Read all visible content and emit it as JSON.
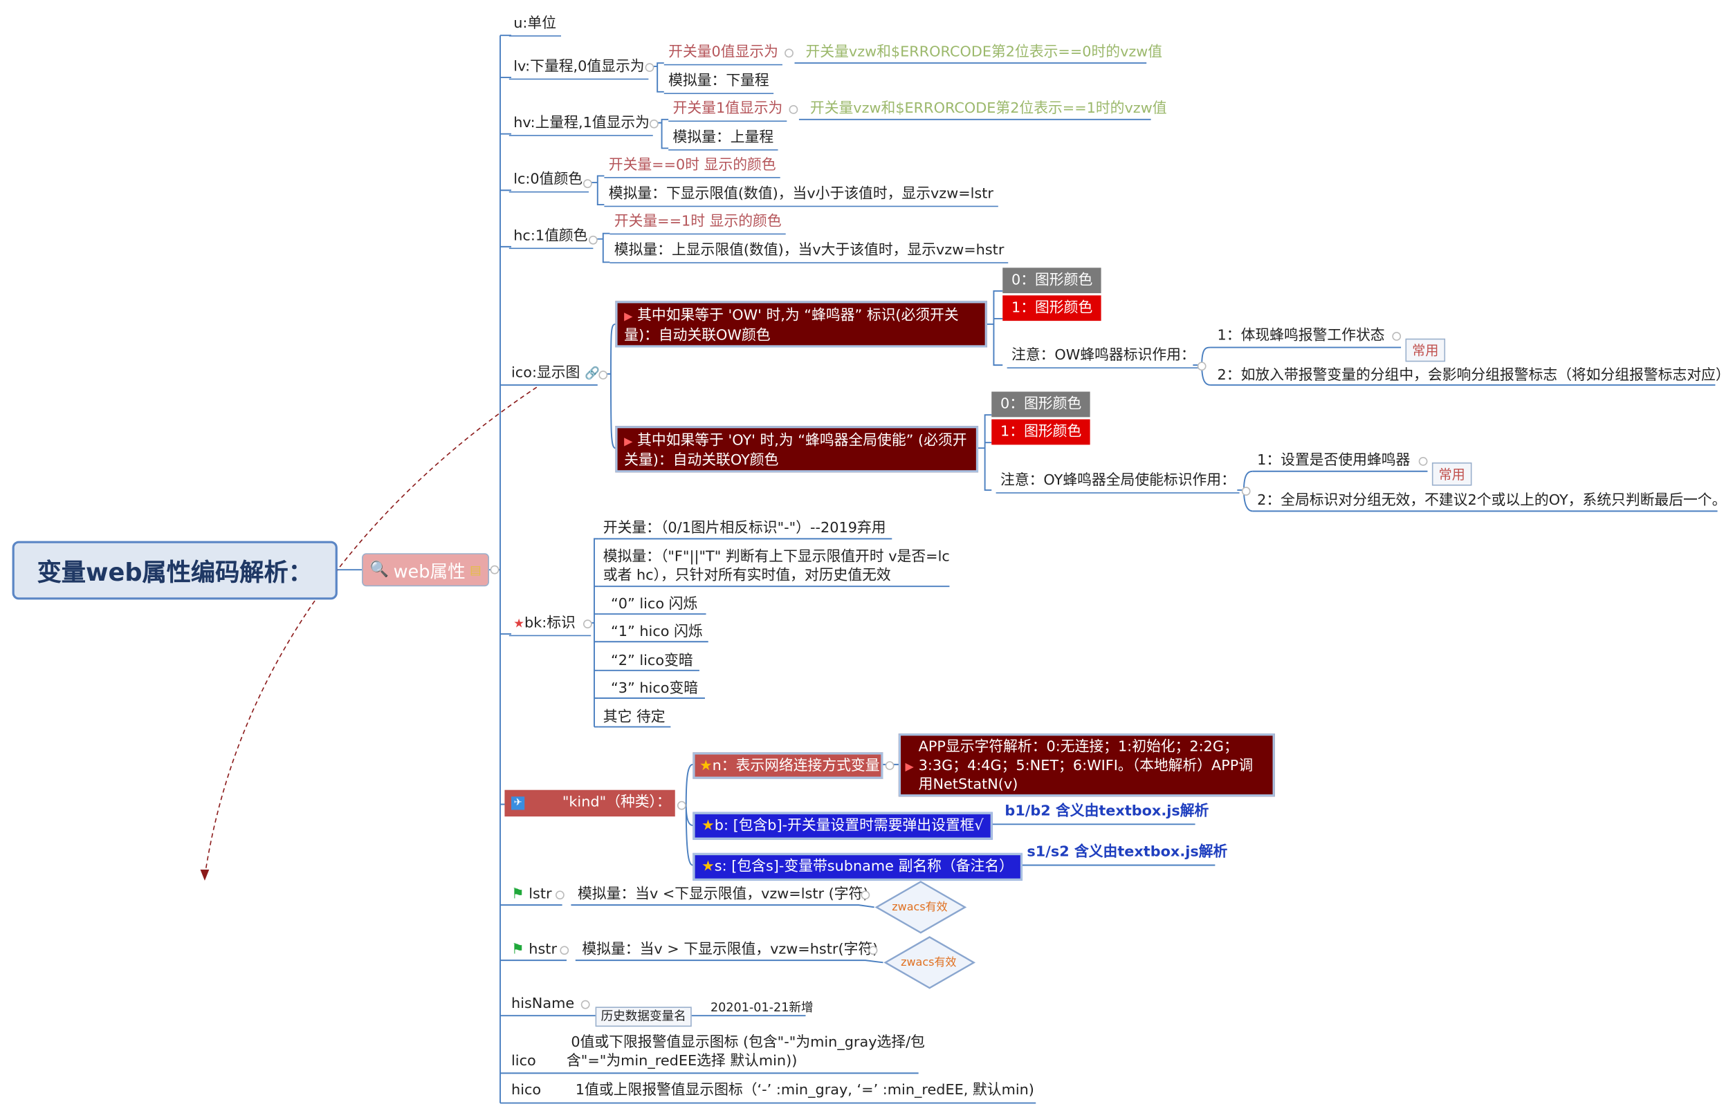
{
  "root": {
    "title": "变量web属性编码解析："
  },
  "hub": {
    "label": "web属性"
  },
  "u": {
    "label": "u:单位"
  },
  "lv": {
    "label": "lv:下量程,0值显示为",
    "switch_label": "开关量0值显示为",
    "switch_note": "开关量vzw和$ERRORCODE第2位表示==0时的vzw值",
    "analog_label": "模拟量：下量程"
  },
  "hv": {
    "label": "hv:上量程,1值显示为",
    "switch_label": "开关量1值显示为",
    "switch_note": "开关量vzw和$ERRORCODE第2位表示==1时的vzw值",
    "analog_label": "模拟量：上量程"
  },
  "lc": {
    "label": "lc:0值颜色",
    "switch_label": "开关量==0时 显示的颜色",
    "analog_label": "模拟量：下显示限值(数值)，当v小于该值时，显示vzw=lstr"
  },
  "hc": {
    "label": "hc:1值颜色",
    "switch_label": "开关量==1时 显示的颜色",
    "analog_label": "模拟量：上显示限值(数值)，当v大于该值时，显示vzw=hstr"
  },
  "ico": {
    "label": "ico:显示图",
    "ow": {
      "text": "其中如果等于 'OW' 时,为 “蜂鸣器” 标识(必须开关量)：自动关联OW颜色",
      "c0": "0：图形颜色",
      "c1": "1：图形颜色",
      "note": "注意：OW蜂鸣器标识作用：",
      "n1": "1：体现蜂鸣报警工作状态",
      "n1_tag": "常用",
      "n2": "2：如放入带报警变量的分组中，会影响分组报警标志（将如分组报警标志对应）"
    },
    "oy": {
      "text": "其中如果等于 'OY' 时,为 “蜂鸣器全局使能” (必须开关量)：自动关联OY颜色",
      "c0": "0：图形颜色",
      "c1": "1：图形颜色",
      "note": "注意：OY蜂鸣器全局使能标识作用：",
      "n1": "1：设置是否使用蜂鸣器",
      "n1_tag": "常用",
      "n2": "2：全局标识对分组无效，不建议2个或以上的OY，系统只判断最后一个。"
    }
  },
  "bk": {
    "label": "bk:标识",
    "items": [
      "开关量：（0/1图片相反标识\"-\"）--2019弃用",
      "模拟量：（\"F\"||\"T\" 判断有上下显示限值开时 v是否=lc",
      "或者 hc），只针对所有实时值，对历史值无效",
      "“0”   lico 闪烁",
      "“1”   hico 闪烁",
      "“2”   lico变暗",
      "“3”   hico变暗",
      "其它 待定"
    ]
  },
  "kind": {
    "label": "\"kind\"（种类）：",
    "n_label": "n：表示网络连接方式变量",
    "n_detail": "APP显示字符解析：0:无连接；1:初始化；2:2G；3:3G；4:4G；5:NET；6:WIFI。（本地解析）APP调用NetStatN(v)",
    "b_label": "b: [包含b]-开关量设置时需要弹出设置框√",
    "b_note": "b1/b2 含义由textbox.js解析",
    "s_label": "s: [包含s]-变量带subname 副名称（备注名）",
    "s_note": "s1/s2 含义由textbox.js解析"
  },
  "lstr": {
    "label": "lstr",
    "text": "模拟量：当v <下显示限值，vzw=lstr (字符)",
    "tag": "zwacs有效"
  },
  "hstr": {
    "label": "hstr",
    "text": "模拟量：当v > 下显示限值，vzw=hstr(字符)",
    "tag": "zwacs有效"
  },
  "hisName": {
    "label": "hisName",
    "sub": "历史数据变量名",
    "date": "20201-01-21新增"
  },
  "lico": {
    "label": "lico",
    "text1": "0值或下限报警值显示图标 (包含\"-\"为min_gray选择/包",
    "text2": "含\"=\"为min_redEE选择 默认min))"
  },
  "hico": {
    "label": "hico",
    "text": "1值或上限报警值显示图标（‘-’ :min_gray,  ‘=’ :min_redEE, 默认min)"
  },
  "colors": {
    "line": "#4a7fc0",
    "dark_box": "#6f0000",
    "blue_box": "#1f1fd6",
    "red_text": "#b5555a",
    "green_text": "#9bb86b"
  }
}
